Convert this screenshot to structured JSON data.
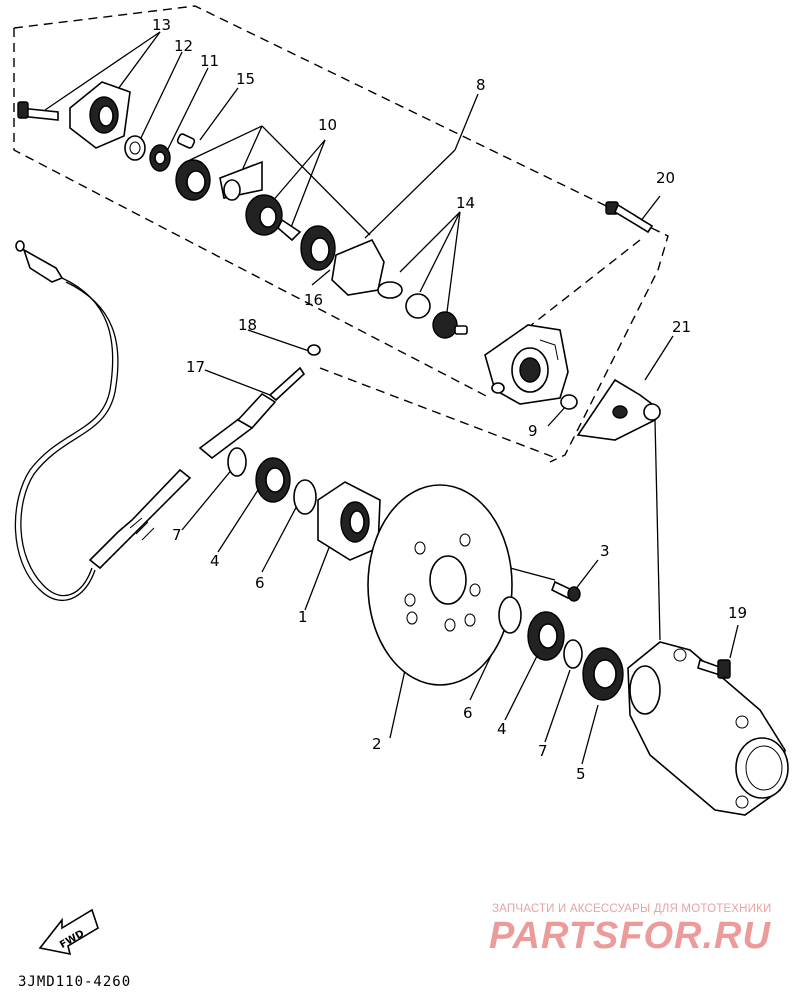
{
  "diagram": {
    "callouts": {
      "c1": "1",
      "c2": "2",
      "c3": "3",
      "c4a": "4",
      "c4b": "4",
      "c5": "5",
      "c6a": "6",
      "c6b": "6",
      "c7a": "7",
      "c7b": "7",
      "c8": "8",
      "c9": "9",
      "c10": "10",
      "c11": "11",
      "c12": "12",
      "c13": "13",
      "c14": "14",
      "c15": "15",
      "c16": "16",
      "c17": "17",
      "c18": "18",
      "c19": "19",
      "c20": "20",
      "c21": "21"
    },
    "fwd_label": "FWD",
    "diagram_code": "3JMD110-4260"
  },
  "watermark": {
    "tagline": "ЗАПЧАСТИ И АКСЕССУАРЫ ДЛЯ МОТОТЕХНИКИ",
    "logo": "PARTSFOR.RU",
    "color": "#ec9a9a"
  }
}
